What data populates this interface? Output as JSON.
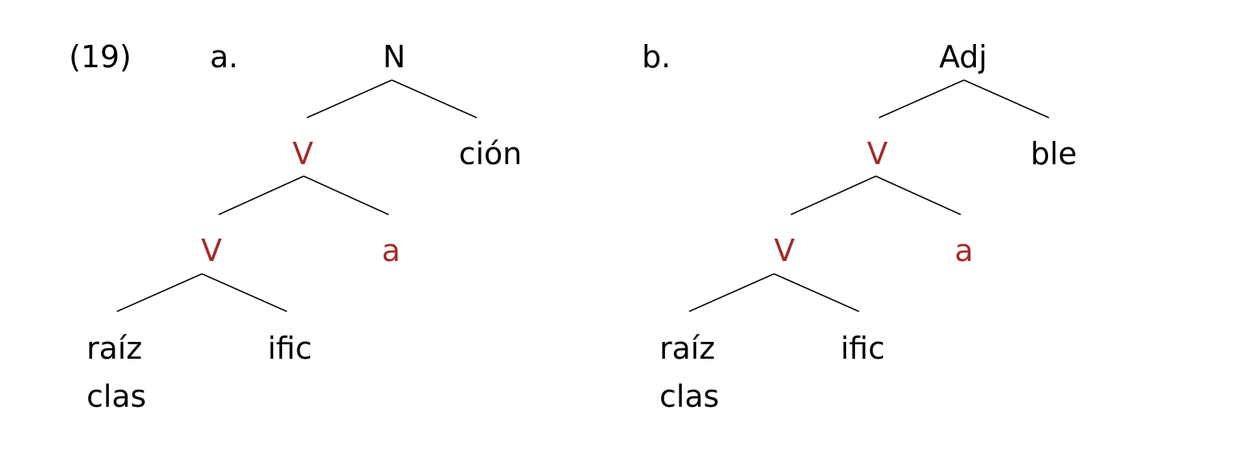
{
  "example_number": "(19)",
  "colors": {
    "text": "#000000",
    "highlight": "#a52a2a",
    "lines": "#000000"
  },
  "trees": [
    {
      "label": "a.",
      "root": "N",
      "top_right": "ción",
      "mid_v": "V",
      "mid_right": "a",
      "low_v": "V",
      "leaf_left_line1": "raíz",
      "leaf_left_line2": "clas",
      "leaf_right": "ific"
    },
    {
      "label": "b.",
      "root": "Adj",
      "top_right": "ble",
      "mid_v": "V",
      "mid_right": "a",
      "low_v": "V",
      "leaf_left_line1": "raíz",
      "leaf_left_line2": "clas",
      "leaf_right": "ific"
    }
  ]
}
